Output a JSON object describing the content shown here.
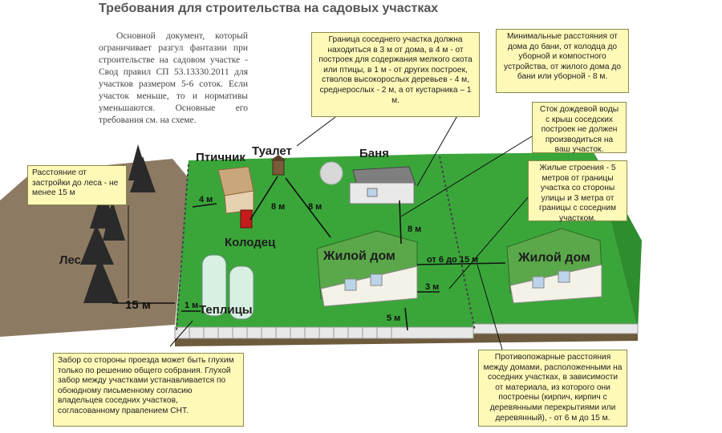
{
  "title": "Требования для строительства на садовых участках",
  "intro": "Основной документ, который ограничивает разгул фантазии при строительстве на садовом участке - Свод правил СП 53.13330.2011 для участков размером 5-6 соток. Если участок меньше, то и нормативы уменьшаются. Основные его требования см. на схеме.",
  "notes": {
    "neighbor_border": "Граница соседнего участка должна находиться в 3 м от дома, в 4 м - от построек для содержания мелкого скота или птицы, в 1 м - от других построек, стволов высокорослых деревьев - 4 м, среднерослых - 2 м, а от кустарника – 1 м.",
    "min_distances": "Минимальные расстояния от дома до бани, от колодца до уборной и компостного устройства, от жилого дома до бани или уборной - 8 м.",
    "rain_runoff": "Сток дождевой воды с крыш соседских построек не должен производиться на ваш участок.",
    "forest_distance": "Расстояние от застройки до леса - не менее 15 м",
    "residential": "Жилые строения - 5 метров от границы участка со стороны улицы и 3 метра от границы с соседним участком.",
    "fence": "Забор со стороны проезда может быть глухим только по решению общего собрания. Глухой забор между участками устанавливается по обоюдному письменному согласию владельцев соседних участков, согласованному правлением СНТ.",
    "fire_distances": "Противопожарные расстояния между домами, расположенными на соседних участках, в зависимости от материала, из которого они построены (кирпич, кирпич с деревянными перекрытиями или деревянный), - от 6 м до 15 м."
  },
  "labels": {
    "poultry": "Птичник",
    "toilet": "Туалет",
    "bath": "Баня",
    "well": "Колодец",
    "house_1": "Жилой дом",
    "house_2": "Жилой дом",
    "greenhouses": "Теплицы",
    "forest": "Лес"
  },
  "dimensions": {
    "poultry_gap": "4 м",
    "well_toilet": "8 м",
    "toilet_house": "8 м",
    "bath_house": "8 м",
    "houses_gap": "от 6 до 15 м",
    "house_side": "3 м",
    "house_front": "5 м",
    "greenhouse_gap": "1 м",
    "forest_gap": "15 м"
  },
  "colors": {
    "lawn": "#3aa63a",
    "path": "#8c7a62",
    "note_bg": "#fff9b8",
    "roof": "#5aa84a",
    "house_wall": "#f4f1e6"
  }
}
